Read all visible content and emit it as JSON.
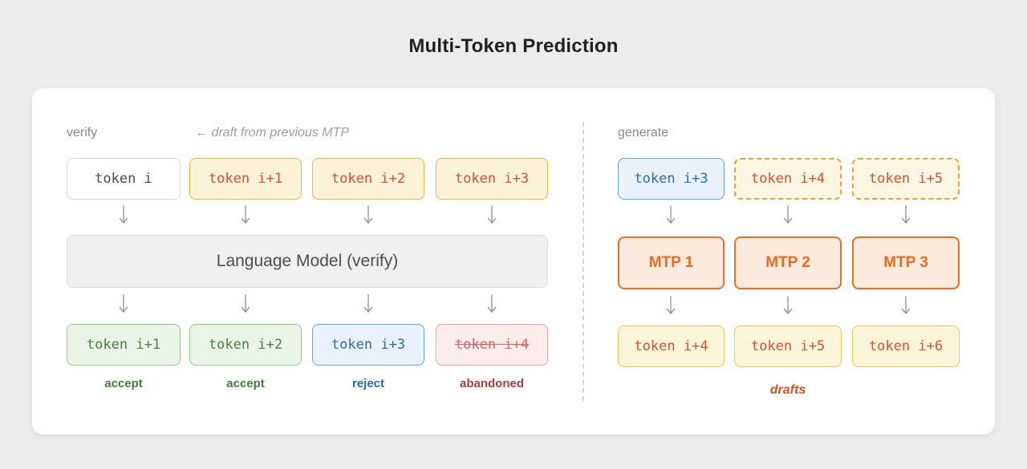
{
  "title": "Multi-Token Prediction",
  "verify_panel": {
    "label": "verify",
    "note": "← draft from previous MTP",
    "input_tokens": [
      {
        "label": "token i"
      },
      {
        "label": "token i+1"
      },
      {
        "label": "token i+2"
      },
      {
        "label": "token i+3"
      }
    ],
    "model_label": "Language Model (verify)",
    "output_tokens": [
      {
        "label": "token i+1",
        "verdict": "accept"
      },
      {
        "label": "token i+2",
        "verdict": "accept"
      },
      {
        "label": "token i+3",
        "verdict": "reject"
      },
      {
        "label": "token i+4",
        "verdict": "abandoned"
      }
    ]
  },
  "generate_panel": {
    "label": "generate",
    "input_tokens": [
      {
        "label": "token i+3"
      },
      {
        "label": "token i+4"
      },
      {
        "label": "token i+5"
      }
    ],
    "mtp_modules": [
      {
        "label": "MTP 1"
      },
      {
        "label": "MTP 2"
      },
      {
        "label": "MTP 3"
      }
    ],
    "draft_tokens": [
      {
        "label": "token i+4"
      },
      {
        "label": "token i+5"
      },
      {
        "label": "token i+6"
      }
    ],
    "drafts_caption": "drafts"
  },
  "colors": {
    "accent_orange": "#e96f2b",
    "draft_text": "#dd4f2e",
    "accept_green": "#3f7d38",
    "reject_blue": "#2668b3",
    "abandoned_red": "#b43c3c"
  }
}
